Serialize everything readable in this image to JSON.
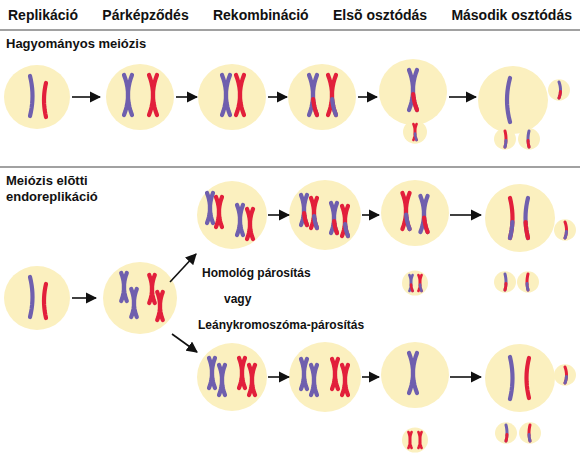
{
  "diagram": {
    "labels": [
      "Replikáció",
      "Párképződés",
      "Rekombináció",
      "Elsõ osztódás",
      "Második osztódás",
      "Hagyományos meiózis",
      "Meiózis elõtti endoreplikáció",
      "Homológ párosítás",
      "vagy",
      "Leánykromoszóma-párosítás"
    ]
  }
}
